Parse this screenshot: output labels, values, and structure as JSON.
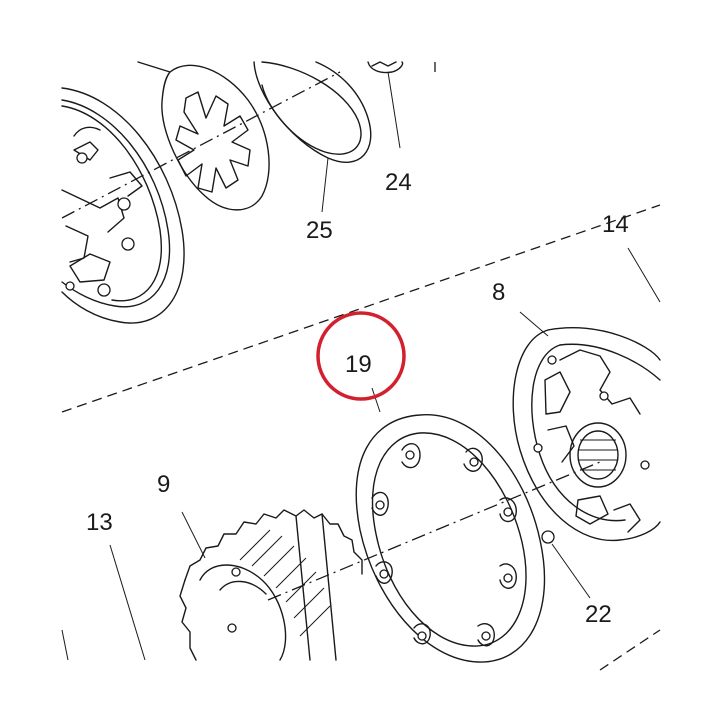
{
  "diagram": {
    "highlight_color": "#d3202f",
    "ink_color": "#1a1a1a",
    "callouts": [
      {
        "id": "label-24",
        "text": "24"
      },
      {
        "id": "label-25",
        "text": "25"
      },
      {
        "id": "label-14",
        "text": "14"
      },
      {
        "id": "label-8",
        "text": "8"
      },
      {
        "id": "label-19",
        "text": "19"
      },
      {
        "id": "label-9",
        "text": "9"
      },
      {
        "id": "label-13",
        "text": "13"
      },
      {
        "id": "label-22",
        "text": "22"
      }
    ],
    "highlighted_callout": "19"
  }
}
